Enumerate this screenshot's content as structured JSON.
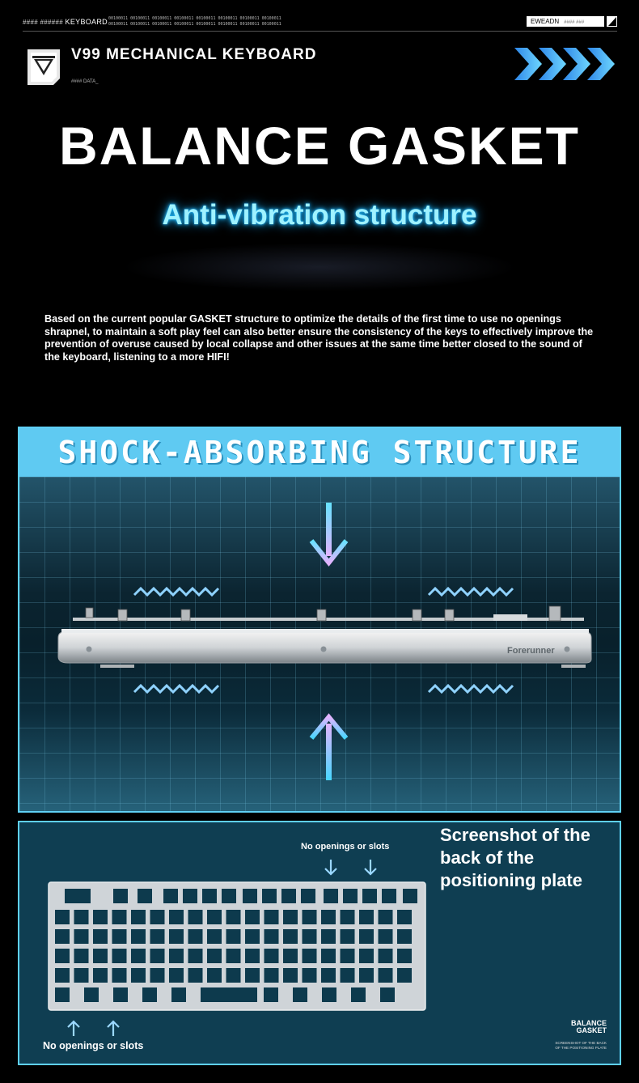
{
  "header": {
    "left_tag": "#### ###### ",
    "left_tag_word": "KEYBOARD",
    "binary_line_1": "00100011 00100011 00100011 00100011 00100011 00100011 00100011  00100011",
    "binary_line_2": "00100011 00100011 00100011 00100011 00100011 00100011 00100011  00100011",
    "right_tag": "EWEADN",
    "right_tag_hash": "#### ###"
  },
  "product_name": "V99 MECHANICAL KEYBOARD",
  "data_label": "#### DATA_",
  "main_title": "BALANCE GASKET",
  "subtitle": "Anti-vibration structure",
  "description": "Based on the current popular GASKET structure to optimize the details of the first time to use no openings shrapnel, to maintain a soft play feel can also better ensure the consistency of the keys to effectively improve the prevention of overuse caused by local collapse and other issues at the same time better closed to the sound of the keyboard, listening to a more HIFI!",
  "shock_section": {
    "title": "SHOCK-ABSORBING STRUCTURE",
    "keyboard_brand": "Forerunner"
  },
  "plate_section": {
    "caption": "Screenshot of the back of the positioning plate",
    "label_top": "No openings or slots",
    "label_bottom": "No openings or slots",
    "brand_mark_line1": "BALANCE",
    "brand_mark_line2": "GASKET",
    "brand_sub_line1": "SCREENSHOT OF THE BACK",
    "brand_sub_line2": "OF THE POSITIONING PLATE"
  },
  "colors": {
    "accent_cyan": "#5fcaf2",
    "subtitle_glow": "#22c4ff",
    "arrow_pink": "#e7b6ff",
    "arrow_cyan": "#4fd9ff",
    "plate_bg": "#0f3e52"
  }
}
